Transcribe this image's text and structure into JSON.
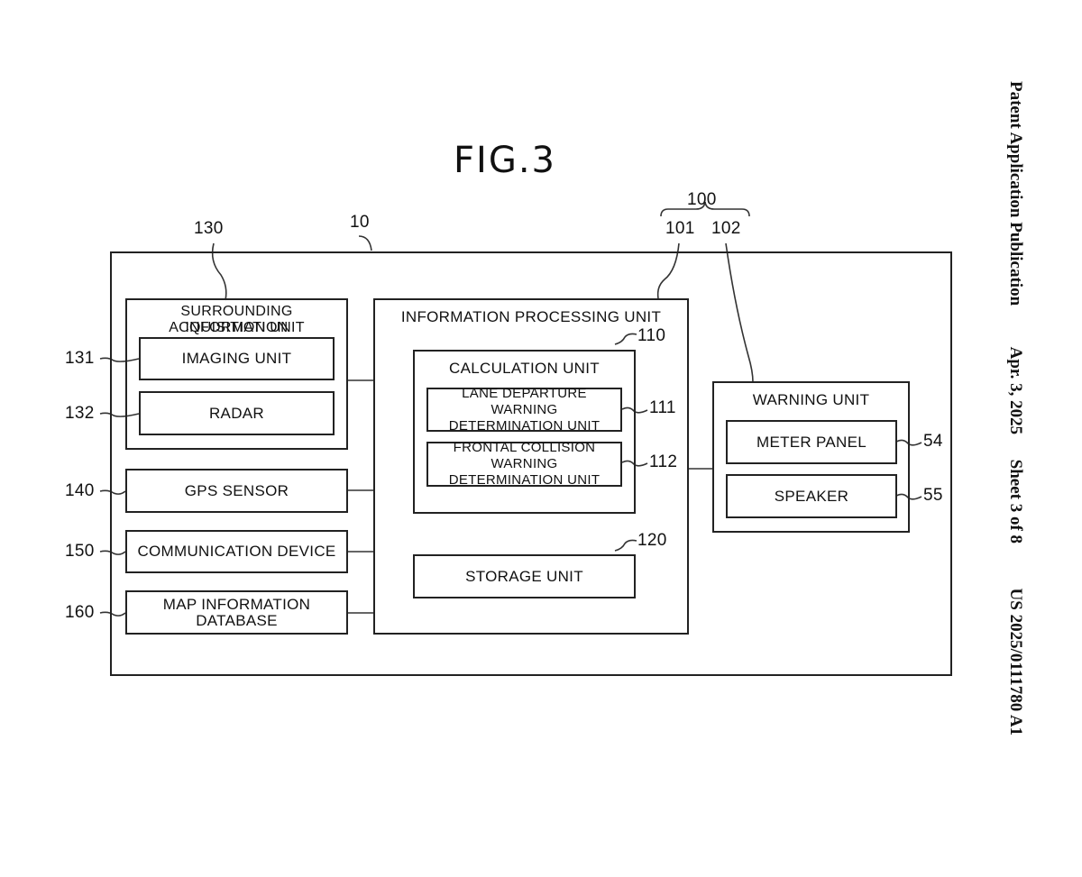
{
  "header": {
    "publication_type": "Patent Application Publication",
    "date": "Apr. 3, 2025",
    "sheet": "Sheet 3 of 8",
    "number": "US 2025/0111780 A1"
  },
  "figure": {
    "title": "FIG.3"
  },
  "refs": {
    "r10": "10",
    "r100": "100",
    "r101": "101",
    "r102": "102",
    "r110": "110",
    "r111": "111",
    "r112": "112",
    "r120": "120",
    "r130": "130",
    "r131": "131",
    "r132": "132",
    "r140": "140",
    "r150": "150",
    "r160": "160",
    "r54": "54",
    "r55": "55"
  },
  "blocks": {
    "surrounding_line1": "SURROUNDING INFORMATION",
    "surrounding_line2": "ACQUISITION UNIT",
    "imaging_unit": "IMAGING UNIT",
    "radar": "RADAR",
    "gps_sensor": "GPS SENSOR",
    "communication_device": "COMMUNICATION DEVICE",
    "map_line1": "MAP INFORMATION",
    "map_line2": "DATABASE",
    "information_processing_unit": "INFORMATION PROCESSING UNIT",
    "calculation_unit": "CALCULATION UNIT",
    "lane_line1": "LANE DEPARTURE WARNING",
    "lane_line2": "DETERMINATION UNIT",
    "frontal_line1": "FRONTAL COLLISION WARNING",
    "frontal_line2": "DETERMINATION UNIT",
    "storage_unit": "STORAGE UNIT",
    "warning_unit": "WARNING UNIT",
    "meter_panel": "METER PANEL",
    "speaker": "SPEAKER"
  }
}
